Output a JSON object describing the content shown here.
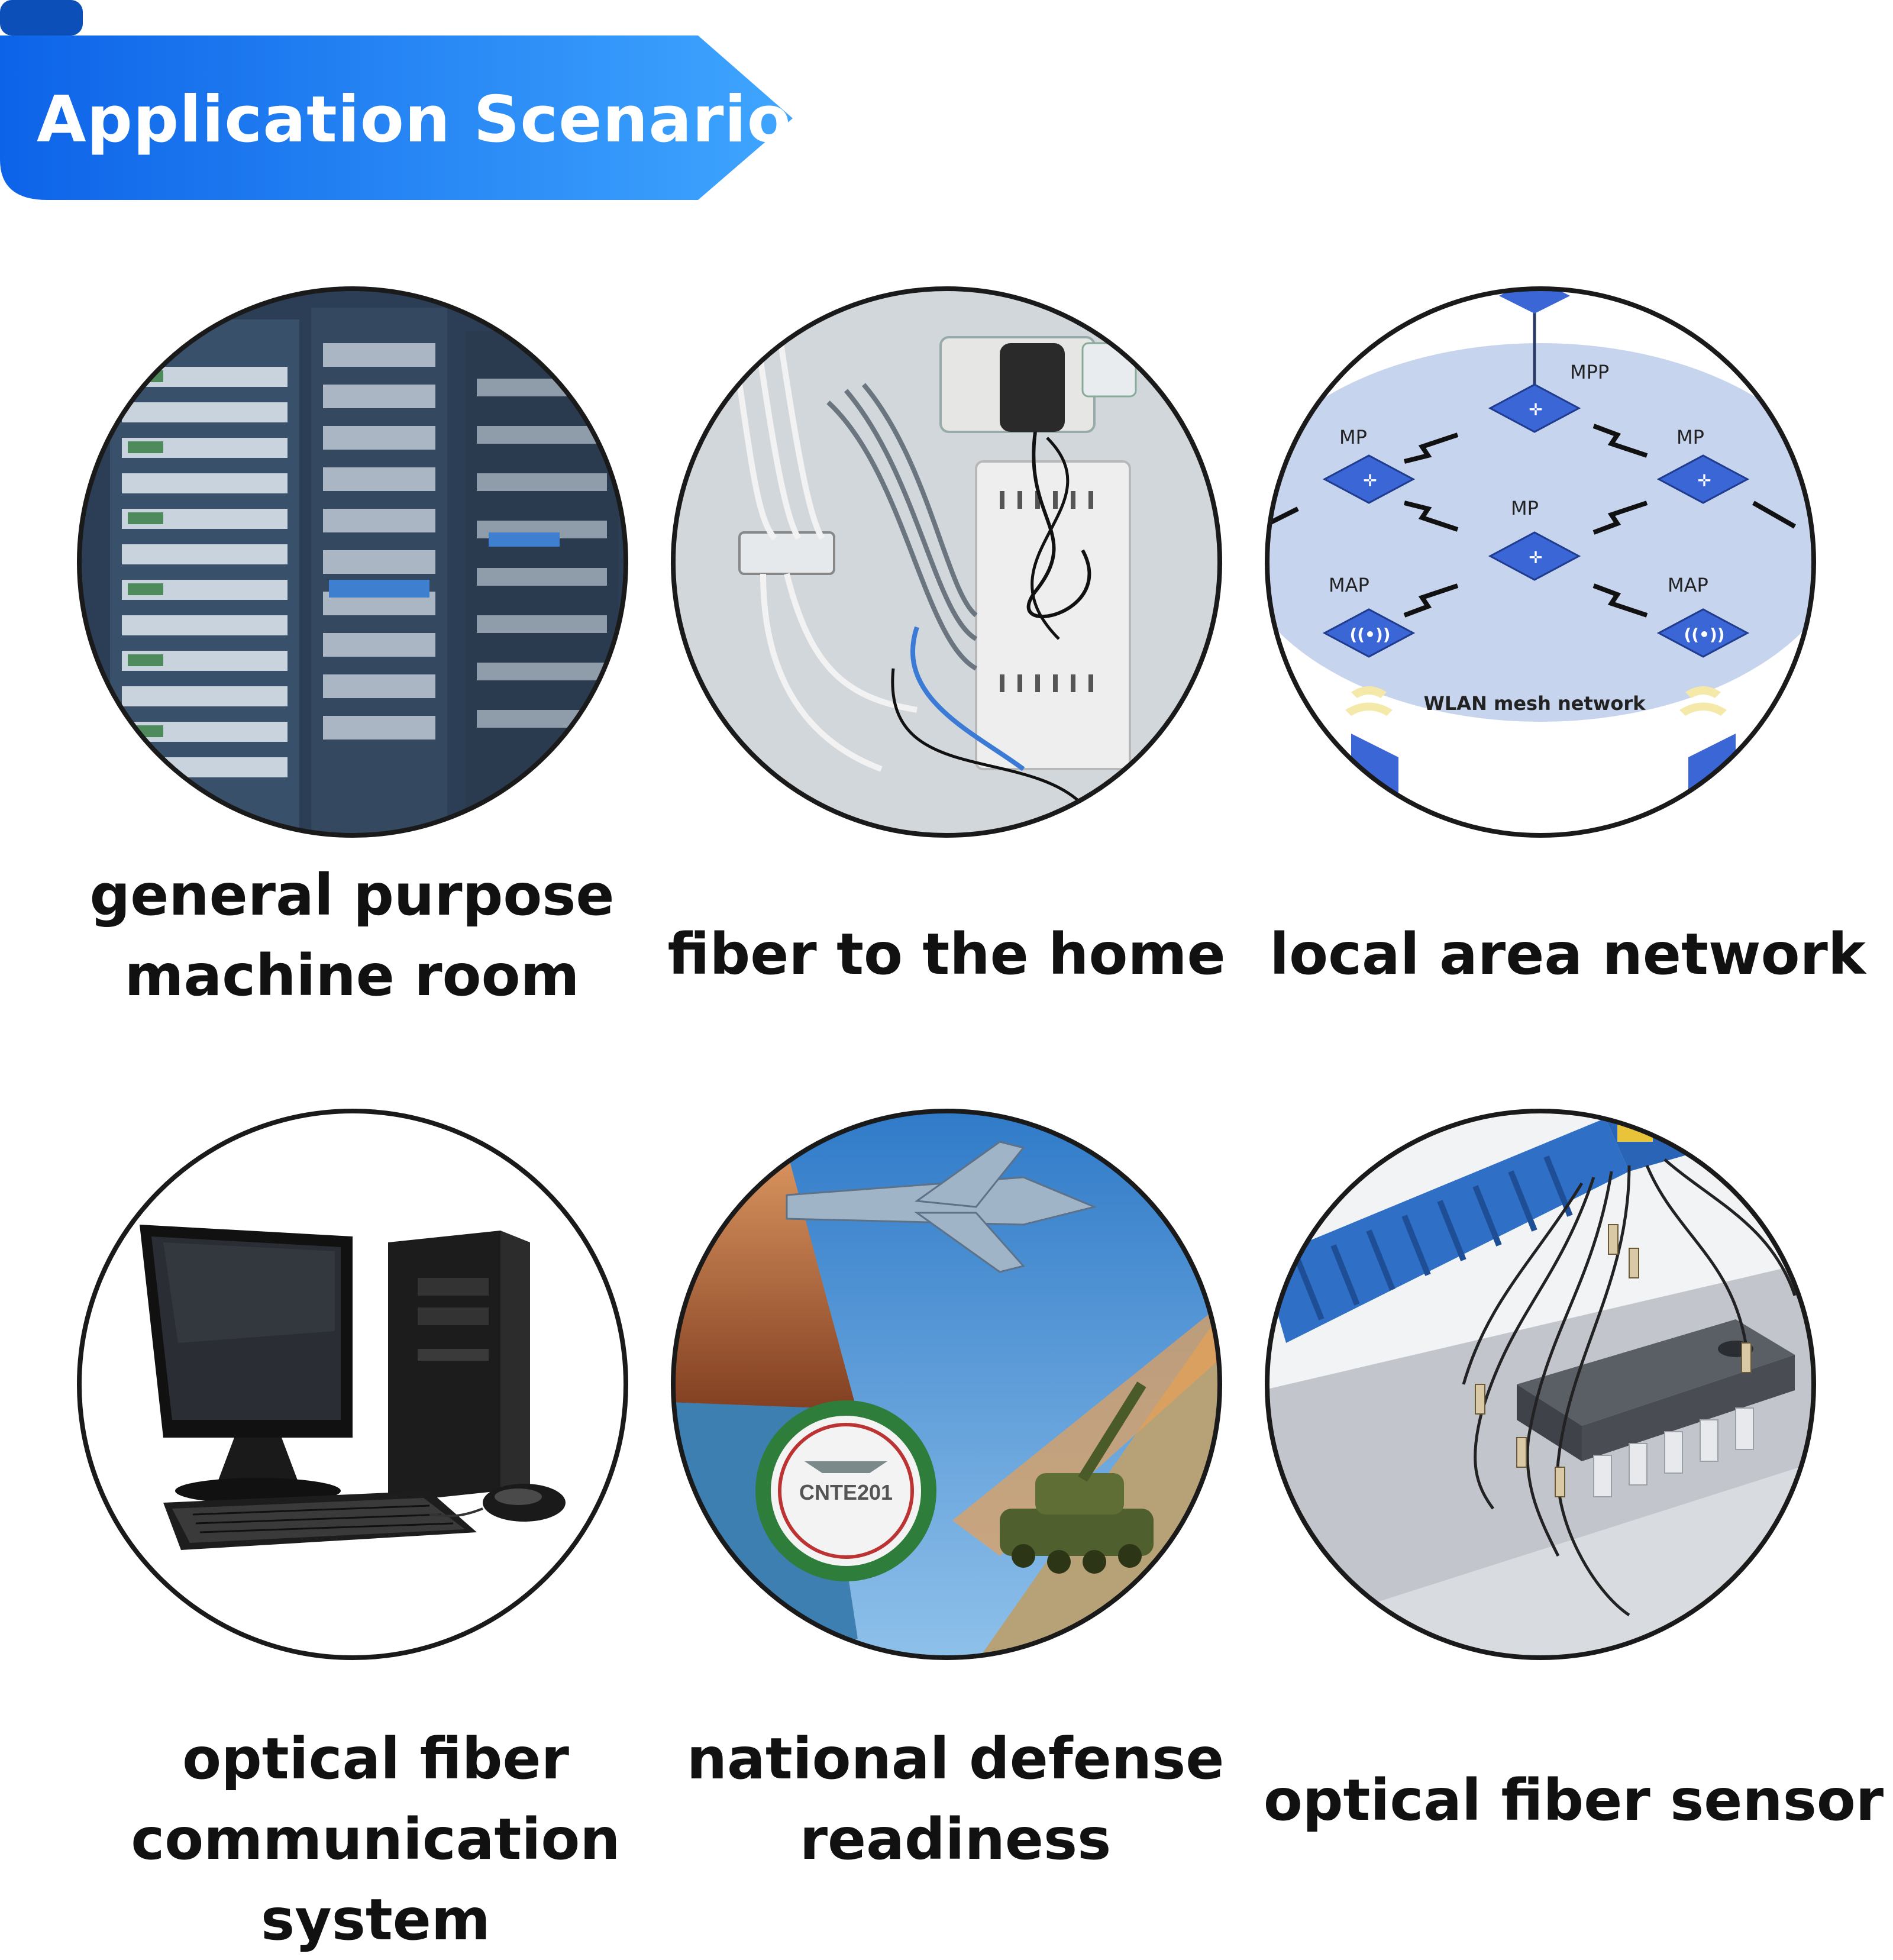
{
  "header": {
    "title": "Application Scenarios"
  },
  "scenarios": [
    {
      "line1": "general purpose",
      "line2": "machine room"
    },
    {
      "line1": "fiber to the home",
      "line2": ""
    },
    {
      "line1": "local area network",
      "line2": ""
    },
    {
      "line1": "optical fiber",
      "line2": "communication system"
    },
    {
      "line1": "national defense",
      "line2": "readiness"
    },
    {
      "line1": "optical fiber sensor",
      "line2": ""
    }
  ],
  "wlan_diagram": {
    "mpp_label": "MPP",
    "mp_label": "MP",
    "map_label": "MAP",
    "network_label": "WLAN mesh network"
  },
  "defense_emblem": {
    "text": "CNTE201"
  },
  "colors": {
    "banner_start": "#0d63e8",
    "banner_end": "#3fa6ff",
    "circle_border": "#1a1a1a"
  },
  "icons": [
    "server-rack-icon",
    "fiber-box-icon",
    "mesh-network-icon",
    "desktop-computer-icon",
    "military-collage-icon",
    "sensor-chip-icon"
  ]
}
